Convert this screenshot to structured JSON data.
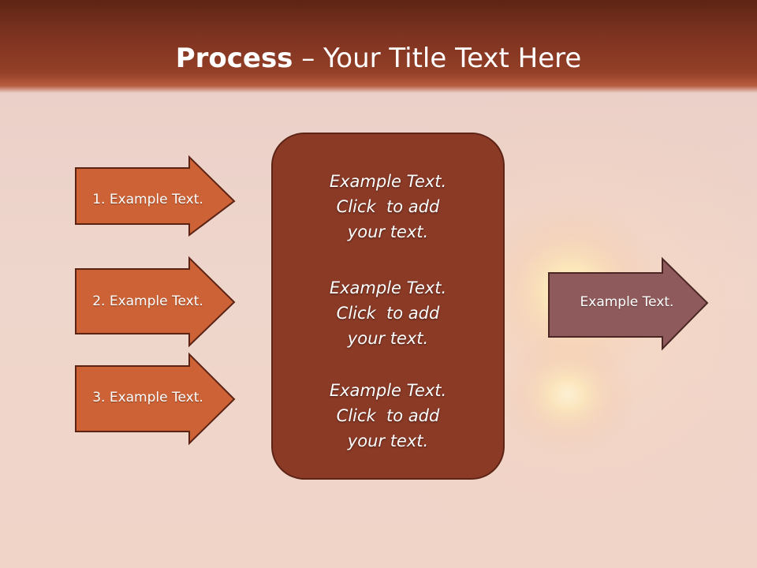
{
  "slide": {
    "title_bold": "Process",
    "title_rest": " – Your Title Text Here"
  },
  "left_arrows": [
    {
      "label": "1. Example Text."
    },
    {
      "label": "2. Example Text."
    },
    {
      "label": "3. Example Text."
    }
  ],
  "center_box": {
    "blocks": [
      {
        "lines": [
          "Example Text.",
          "Click  to add",
          "your text."
        ]
      },
      {
        "lines": [
          "Example Text.",
          "Click  to add",
          "your text."
        ]
      },
      {
        "lines": [
          "Example Text.",
          "Click  to add",
          "your text."
        ]
      }
    ]
  },
  "right_arrow": {
    "label": "Example Text."
  },
  "colors": {
    "title_band": "#7b3220",
    "left_arrow_fill": "#cc6236",
    "left_arrow_stroke": "#5a2314",
    "center_box_fill": "#8b3a26",
    "right_arrow_fill": "#8e5a5b",
    "right_arrow_stroke": "#4b2624"
  }
}
